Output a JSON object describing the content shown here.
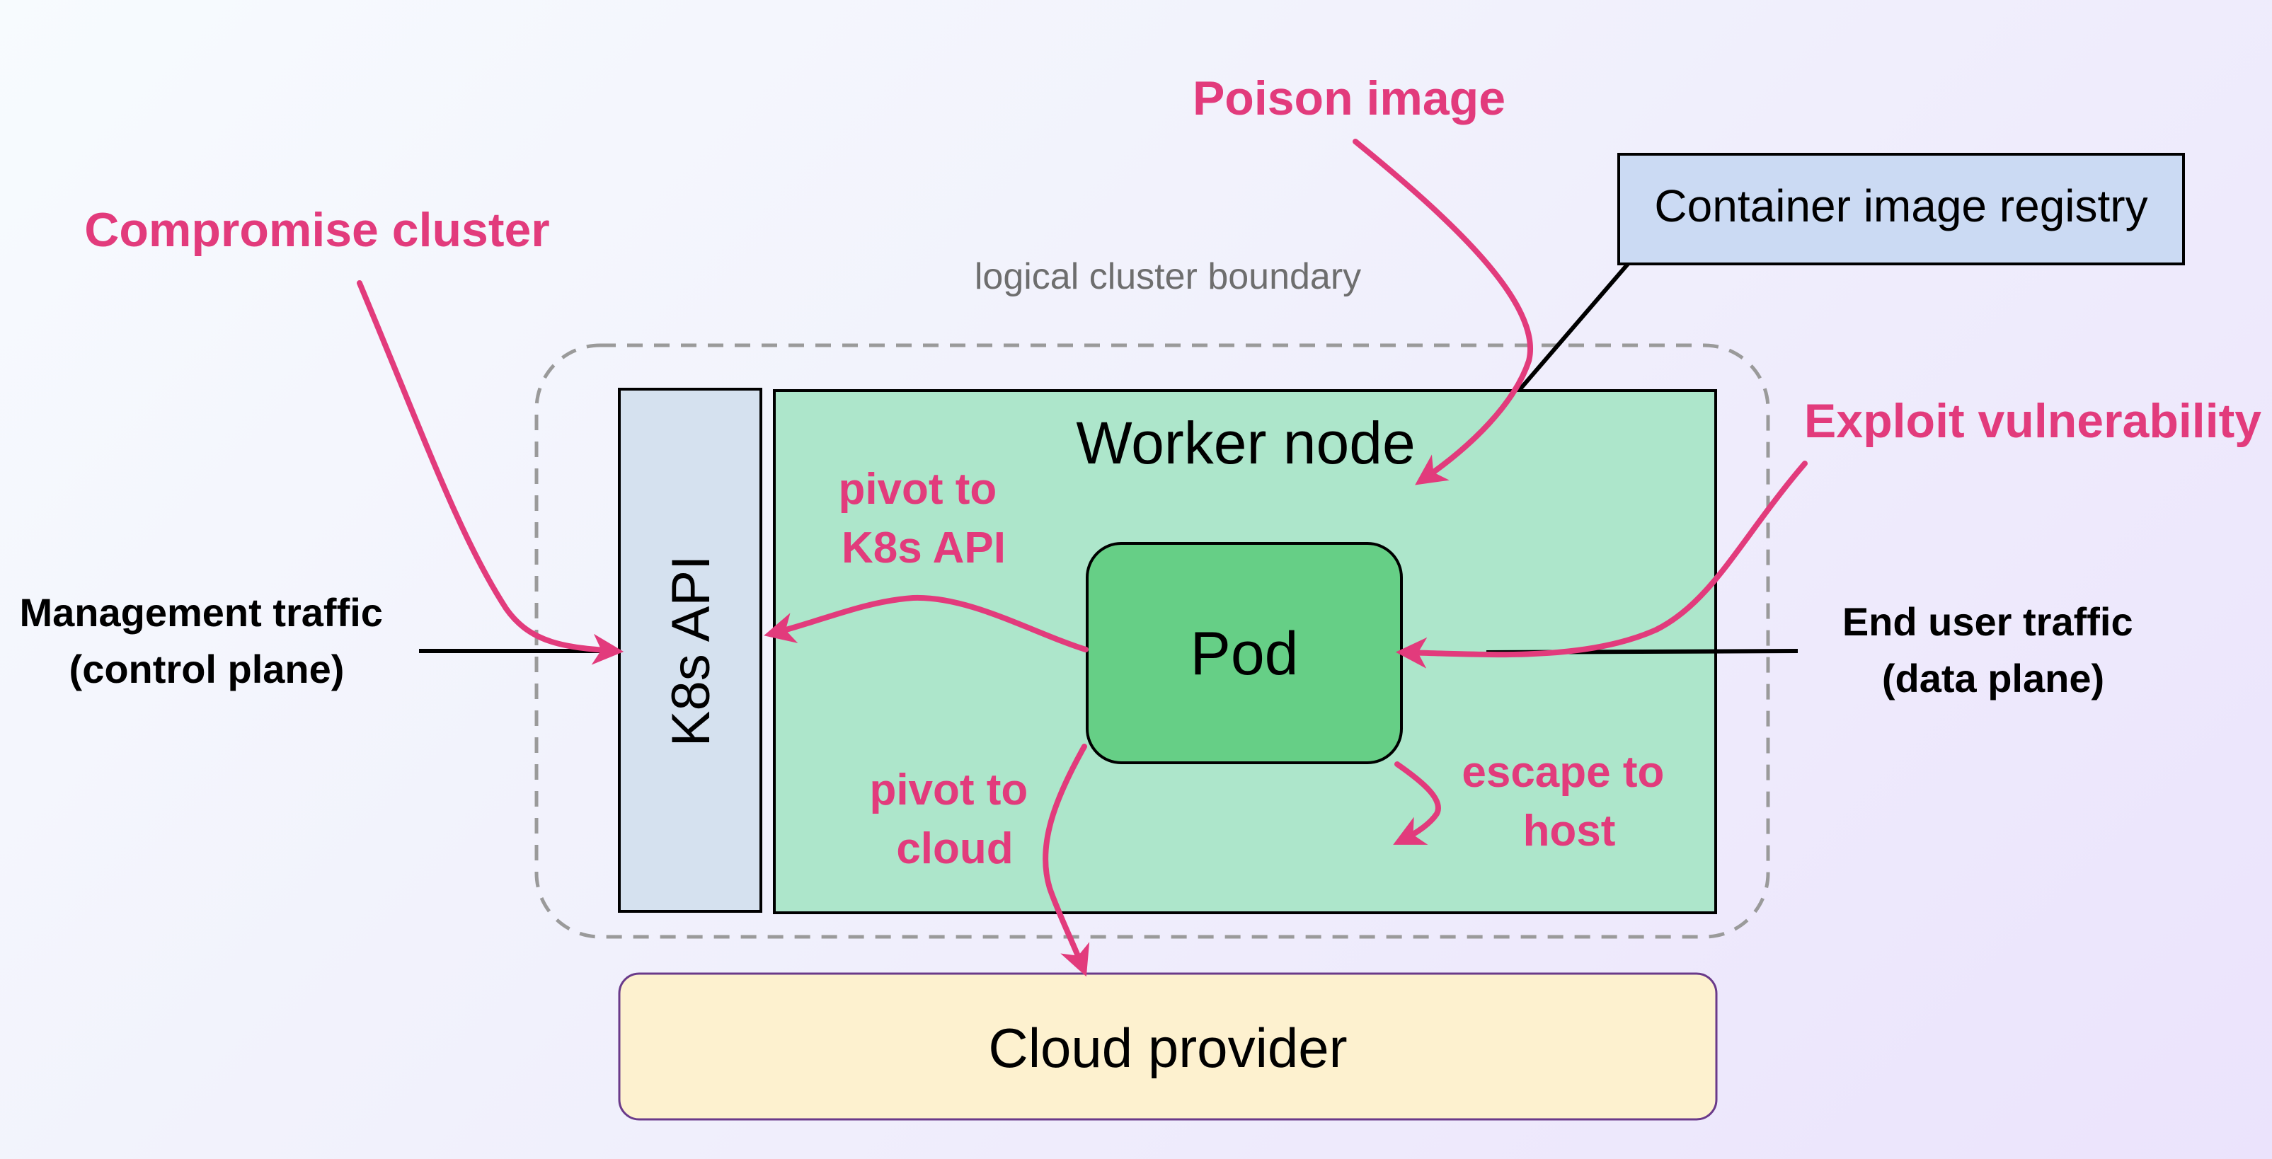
{
  "colors": {
    "attack": "#e23b7c",
    "worker_node_fill": "#ade6cb",
    "pod_fill": "#66cf86",
    "k8s_api_fill": "#d5e1ef",
    "registry_fill": "#cbdaf3",
    "cloud_fill": "#fdf1cf",
    "boundary_stroke": "#9a9a9a"
  },
  "boundary": {
    "label": "logical cluster boundary"
  },
  "components": {
    "k8s_api": "K8s API",
    "worker_node": "Worker node",
    "pod": "Pod",
    "cloud_provider": "Cloud provider",
    "registry": "Container image registry"
  },
  "traffic": {
    "management": [
      "Management traffic",
      "(control plane)"
    ],
    "end_user": [
      "End user traffic",
      "(data plane)"
    ]
  },
  "attacks": {
    "compromise_cluster": "Compromise cluster",
    "poison_image": "Poison image",
    "exploit_vulnerability": "Exploit vulnerability",
    "pivot_to_k8s_api": [
      "pivot to",
      "K8s API"
    ],
    "pivot_to_cloud": [
      "pivot to",
      "cloud"
    ],
    "escape_to_host": [
      "escape to",
      "host"
    ]
  }
}
